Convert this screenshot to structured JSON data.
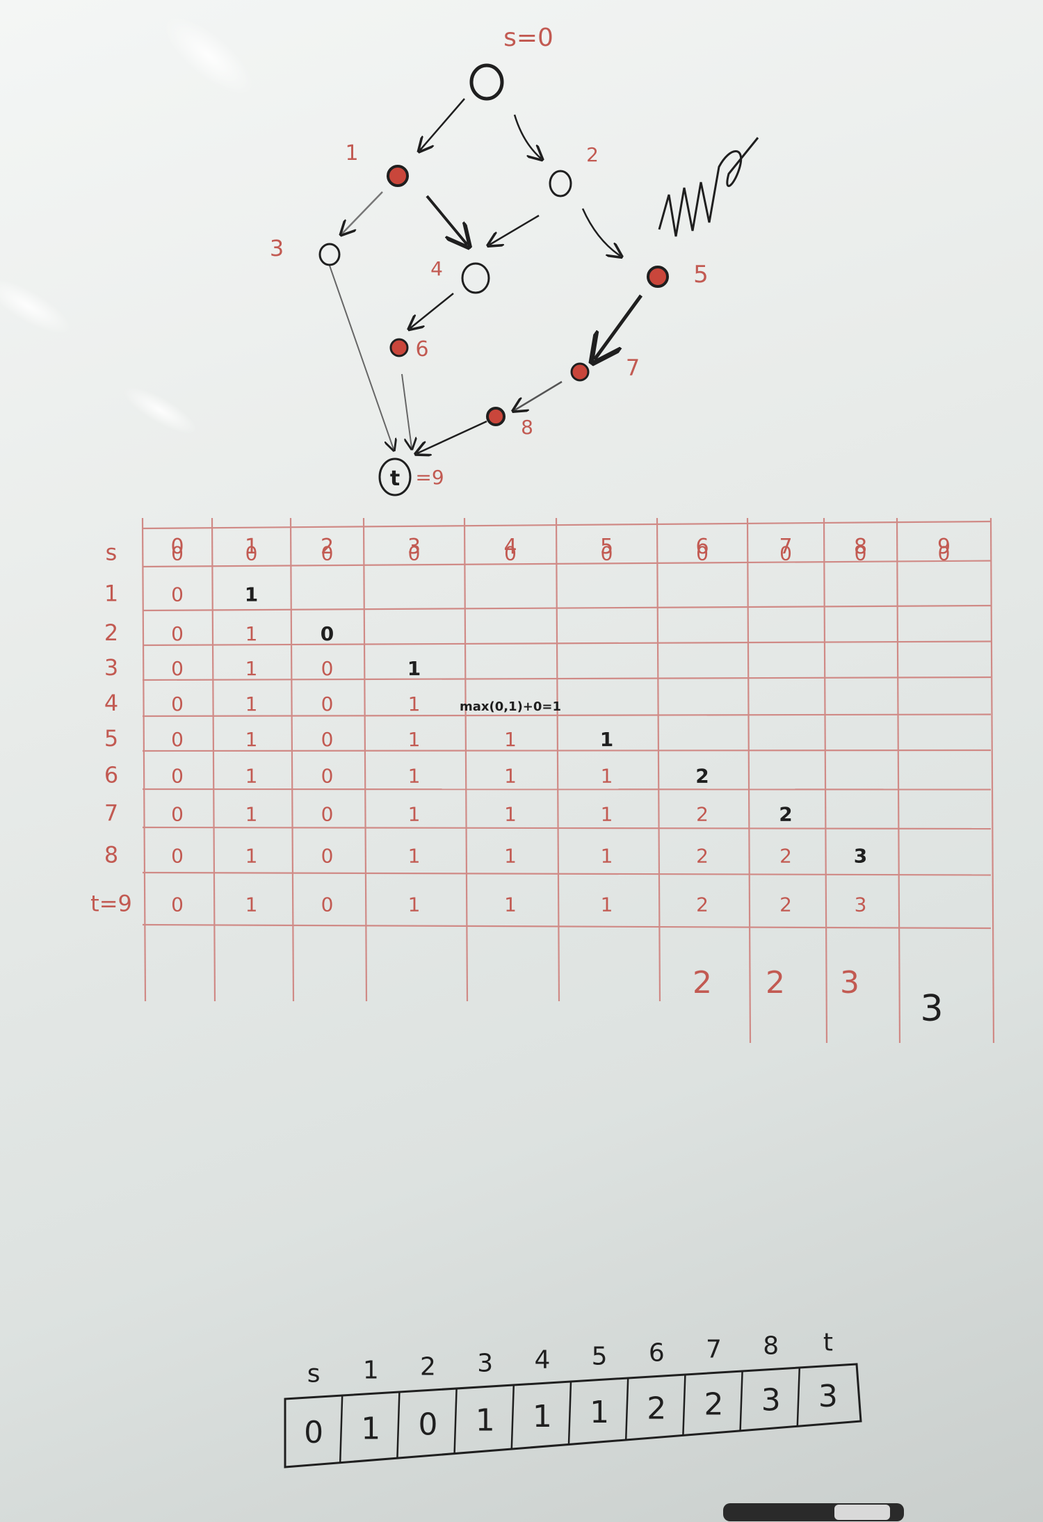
{
  "graph": {
    "source_label": "s=0",
    "target_label": "t",
    "target_index": "=9",
    "node_labels": [
      "1",
      "2",
      "3",
      "4",
      "5",
      "6",
      "7",
      "8"
    ],
    "scribble": "scribble"
  },
  "table": {
    "column_headers": [
      "0",
      "1",
      "2",
      "3",
      "4",
      "5",
      "6",
      "7",
      "8",
      "9"
    ],
    "row_headers": [
      "s",
      "1",
      "2",
      "3",
      "4",
      "5",
      "6",
      "7",
      "8",
      "t=9"
    ],
    "cells": [
      [
        "0",
        "0",
        "0",
        "0",
        "0",
        "0",
        "0",
        "0",
        "0",
        "0"
      ],
      [
        "0",
        "1",
        "",
        "",
        "",
        "",
        "",
        "",
        "",
        ""
      ],
      [
        "0",
        "1",
        "0",
        "",
        "",
        "",
        "",
        "",
        "",
        ""
      ],
      [
        "0",
        "1",
        "0",
        "1",
        "",
        "",
        "",
        "",
        "",
        ""
      ],
      [
        "0",
        "1",
        "0",
        "1",
        "max(0,1)+0=1",
        "",
        "",
        "",
        "",
        ""
      ],
      [
        "0",
        "1",
        "0",
        "1",
        "1",
        "1",
        "",
        "",
        "",
        ""
      ],
      [
        "0",
        "1",
        "0",
        "1",
        "1",
        "1",
        "2",
        "",
        "",
        ""
      ],
      [
        "0",
        "1",
        "0",
        "1",
        "1",
        "1",
        "2",
        "2",
        "",
        ""
      ],
      [
        "0",
        "1",
        "0",
        "1",
        "1",
        "1",
        "2",
        "2",
        "3",
        ""
      ],
      [
        "0",
        "1",
        "0",
        "1",
        "1",
        "1",
        "2",
        "2",
        "3",
        ""
      ]
    ],
    "final_values": [
      "2",
      "2",
      "3",
      "3"
    ]
  },
  "result_array": {
    "headers": [
      "s",
      "1",
      "2",
      "3",
      "4",
      "5",
      "6",
      "7",
      "8",
      "t"
    ],
    "values": [
      "0",
      "1",
      "0",
      "1",
      "1",
      "1",
      "2",
      "2",
      "3",
      "3"
    ]
  }
}
